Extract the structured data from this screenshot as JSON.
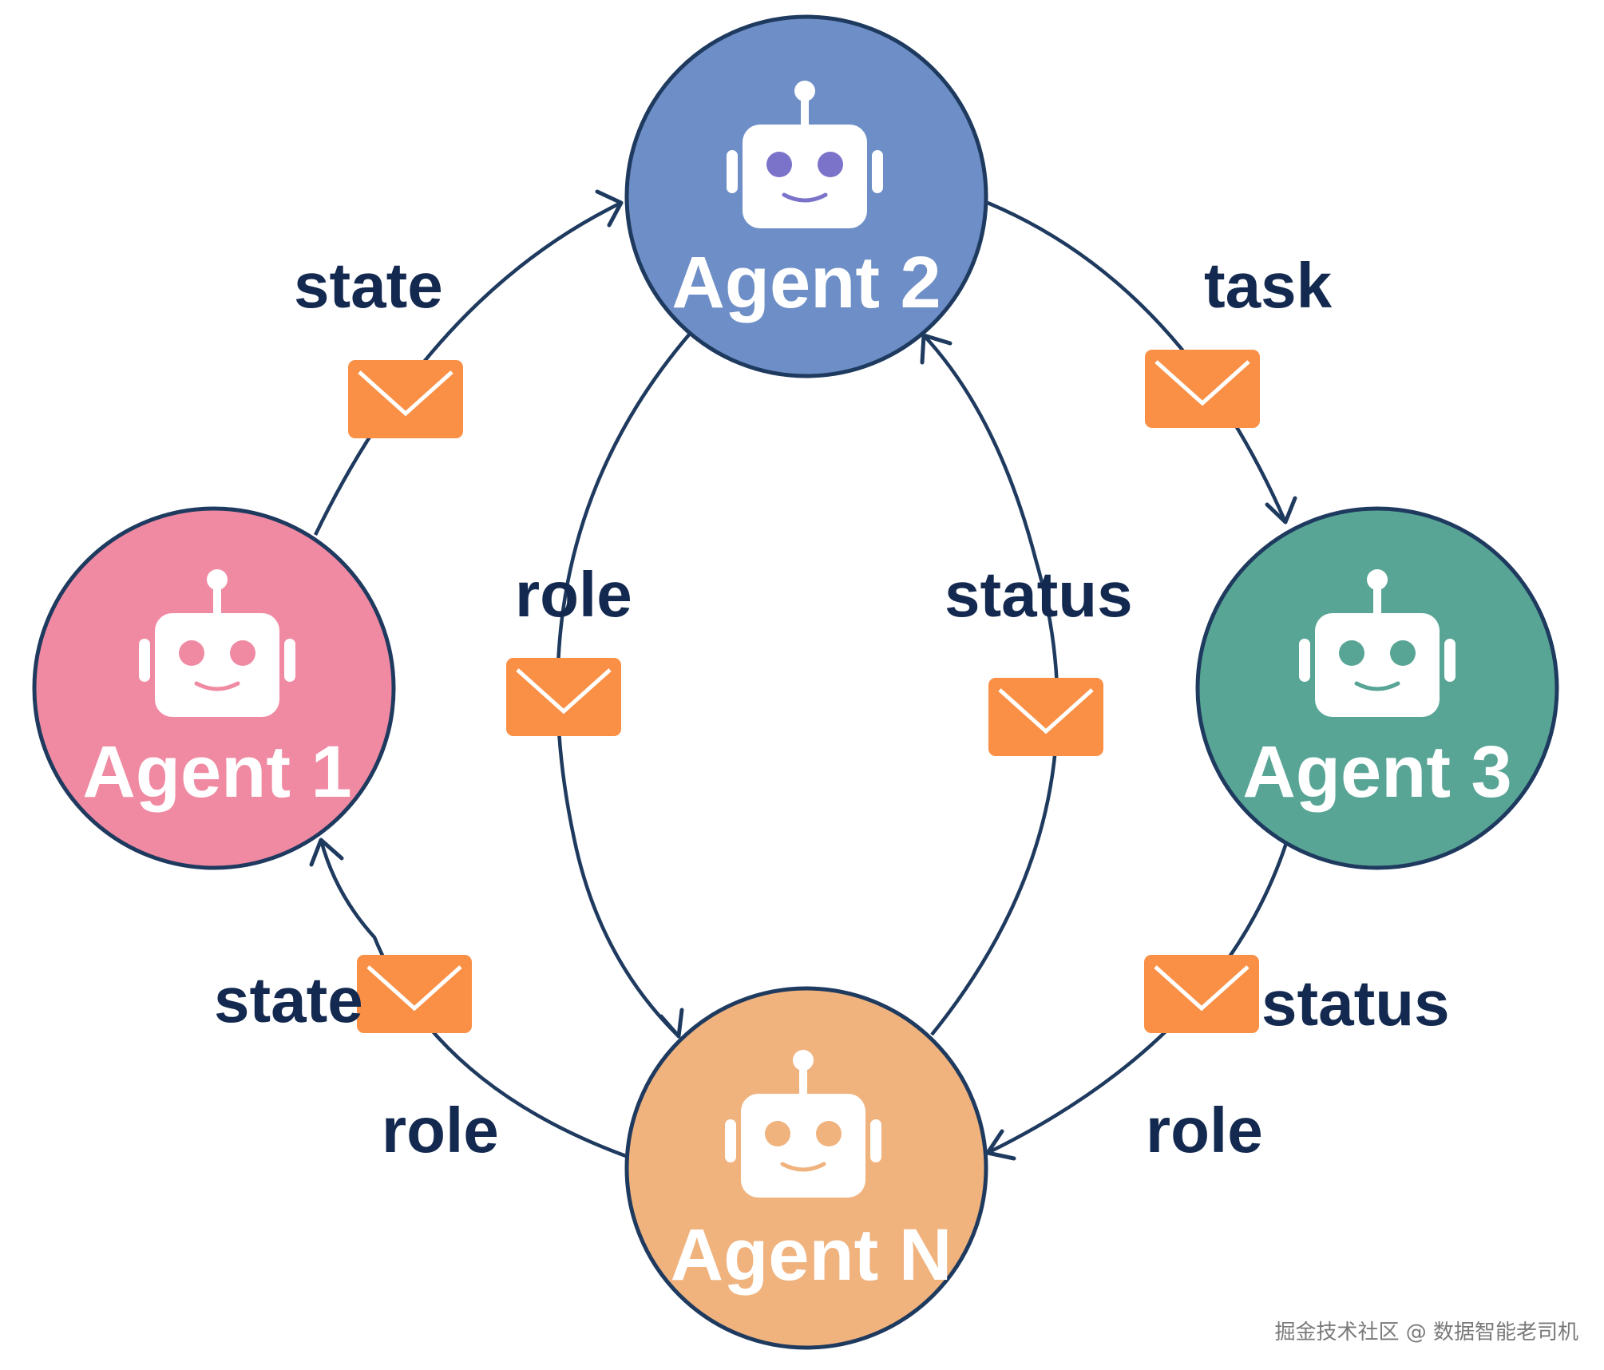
{
  "agents": [
    {
      "id": "agent2",
      "label": "Agent 2",
      "color": "#6d8ec6",
      "accent": "#7b73c9"
    },
    {
      "id": "agent1",
      "label": "Agent 1",
      "color": "#f08aa3",
      "accent": "#f08aa3"
    },
    {
      "id": "agent3",
      "label": "Agent 3",
      "color": "#58a596",
      "accent": "#58a596"
    },
    {
      "id": "agentN",
      "label": "Agent N",
      "color": "#f0b37e",
      "accent": "#f0b37e"
    }
  ],
  "edges": [
    {
      "from": "Agent 1",
      "to": "Agent 2",
      "label": "state"
    },
    {
      "from": "Agent 2",
      "to": "Agent 3",
      "label": "task"
    },
    {
      "from": "Agent 2",
      "to": "Agent N",
      "label": "role"
    },
    {
      "from": "Agent N",
      "to": "Agent 2",
      "label": "status"
    },
    {
      "from": "Agent N",
      "to": "Agent 1",
      "label": "state"
    },
    {
      "from": "Agent N",
      "to": "Agent 1",
      "label": "role"
    },
    {
      "from": "Agent 3",
      "to": "Agent N",
      "label": "status"
    },
    {
      "from": "Agent 3",
      "to": "Agent N",
      "label": "role"
    }
  ],
  "colors": {
    "outline": "#1f3a5f",
    "envelope": "#fa8f46",
    "text": "#13294f"
  },
  "icons": {
    "agent": "robot-icon",
    "message": "envelope-icon"
  },
  "watermark": "掘金技术社区 @ 数据智能老司机"
}
